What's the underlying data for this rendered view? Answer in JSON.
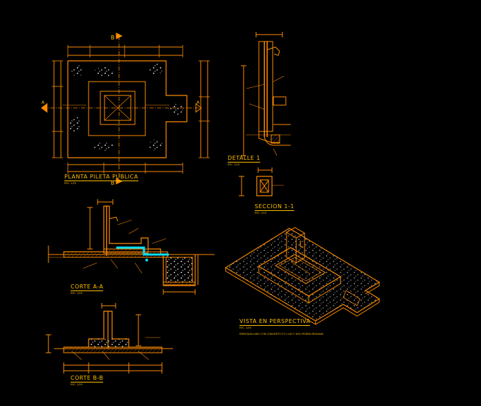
{
  "titles": {
    "planta": "PLANTA PILETA PUBLICA",
    "detalle": "DETALLE 1",
    "seccion": "SECCION 1-1",
    "corte_a": "CORTE A-A",
    "corte_b": "CORTE B-B",
    "perspectiva": "VISTA EN PERSPECTIVA"
  },
  "scales": {
    "planta": "ESC. 1/25",
    "detalle": "ESC. 1/10",
    "seccion": "ESC. 1/10",
    "corte_a": "ESC. 1/25",
    "corte_b": "ESC. 1/25",
    "perspectiva": "ESC. 1/25"
  },
  "section_marks": {
    "b_top": "B",
    "b_bottom": "B",
    "a_left": "A",
    "a_right": "A"
  },
  "notes": {
    "perspectiva": "EMBOQUILLADO CON CONCRETO F'C=140 Y 30% PIEDRA MEDIANA"
  },
  "colors": {
    "background": "#000000",
    "linework": "#ff8c00",
    "text": "#ffc000",
    "water_pipe": "#00e5ff",
    "hatch": "#c86400"
  }
}
